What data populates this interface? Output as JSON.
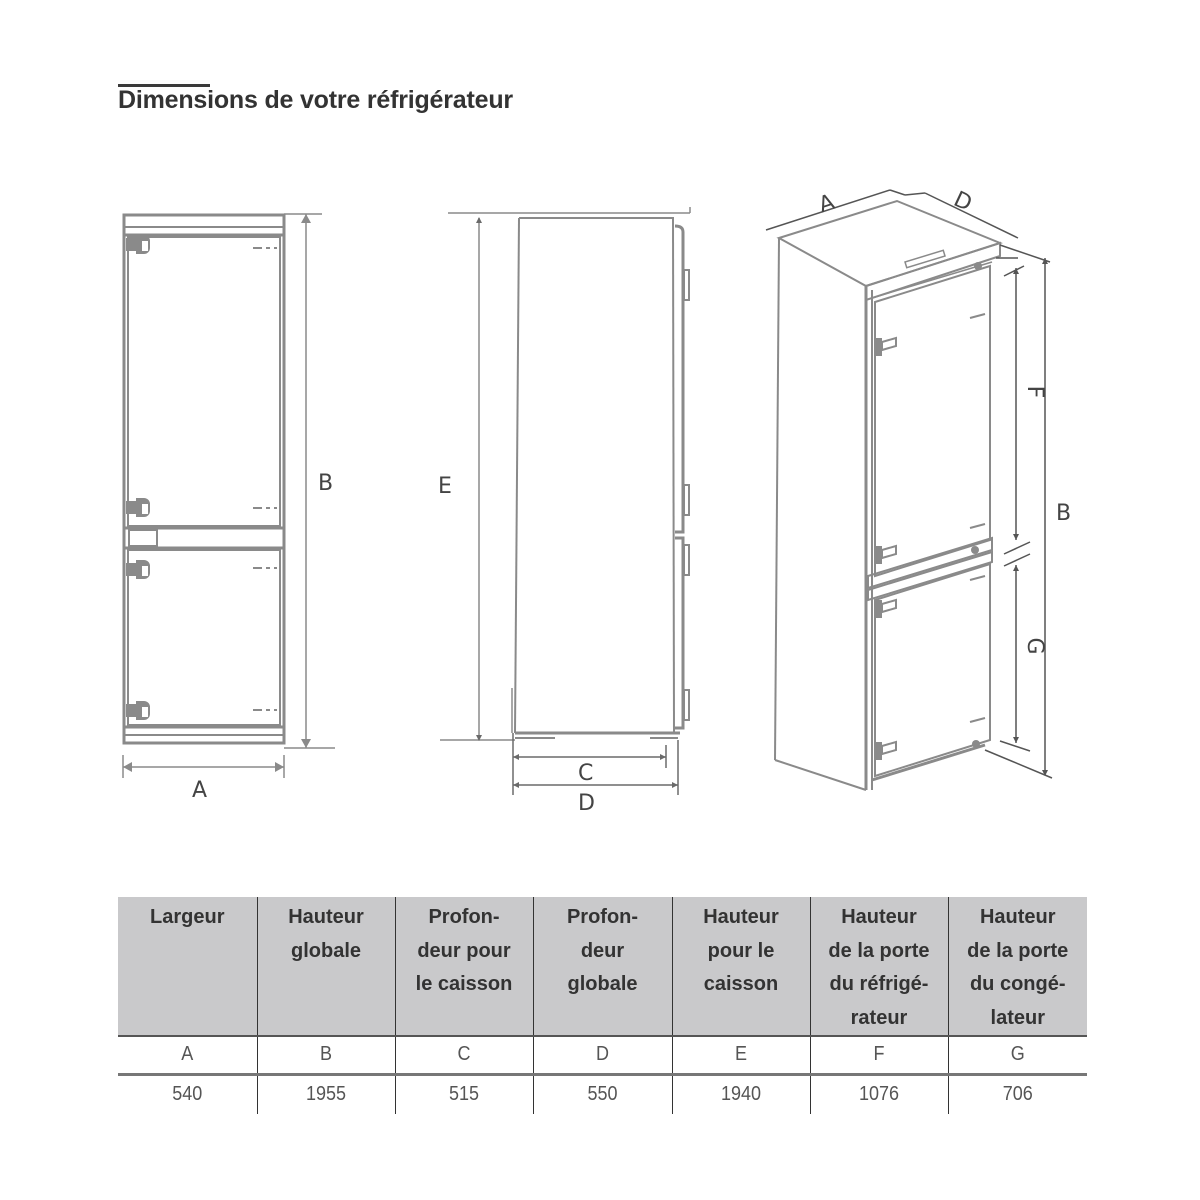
{
  "document": {
    "title": "Dimensions de votre réfrigérateur"
  },
  "drawings": {
    "front_view": {
      "width_label": "A",
      "height_label": "B"
    },
    "side_view": {
      "height_label": "E",
      "depth_carcass_label": "C",
      "depth_overall_label": "D"
    },
    "iso_view": {
      "width_label": "A",
      "depth_label": "D",
      "fridge_door_label": "F",
      "freezer_door_label": "G",
      "height_label": "B"
    }
  },
  "table": {
    "headers": [
      [
        "Largeur"
      ],
      [
        "Hauteur",
        "globale"
      ],
      [
        "Profon-",
        "deur pour",
        "le caisson"
      ],
      [
        "Profon-",
        "deur",
        "globale"
      ],
      [
        "Hauteur",
        "pour le",
        "caisson"
      ],
      [
        "Hauteur",
        "de la porte",
        "du réfrigé-",
        "rateur"
      ],
      [
        "Hauteur",
        "de la porte",
        "du congé-",
        "lateur"
      ]
    ],
    "letters": [
      "A",
      "B",
      "C",
      "D",
      "E",
      "F",
      "G"
    ],
    "values": [
      "540",
      "1955",
      "515",
      "550",
      "1940",
      "1076",
      "706"
    ],
    "unit_hint": ""
  },
  "colors": {
    "header_bg": "#c9c9cb",
    "line": "#8a8a8a",
    "text": "#333333"
  }
}
